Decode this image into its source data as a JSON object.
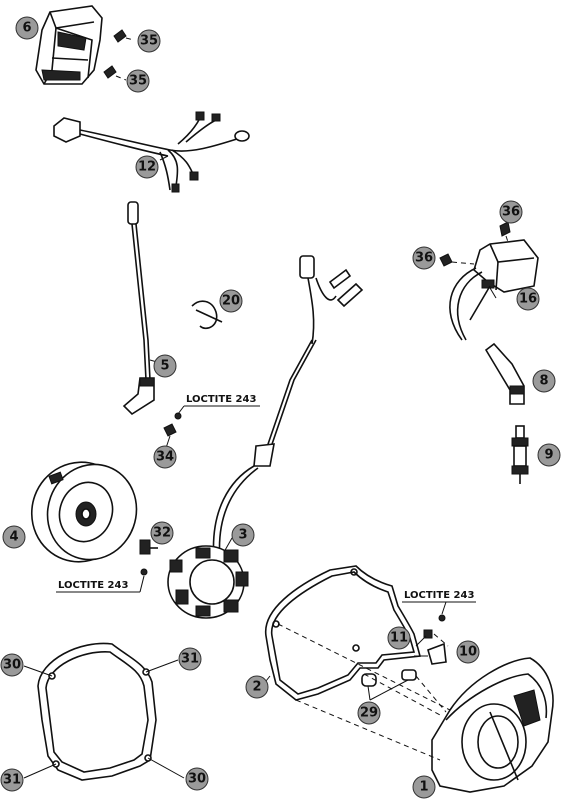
{
  "parts": [
    {
      "id": "p6",
      "label": "6",
      "part": "ignition-coil"
    },
    {
      "id": "p35a",
      "label": "35",
      "part": "screw"
    },
    {
      "id": "p35b",
      "label": "35",
      "part": "screw"
    },
    {
      "id": "p12",
      "label": "12",
      "part": "wiring-harness"
    },
    {
      "id": "p36a",
      "label": "36",
      "part": "screw"
    },
    {
      "id": "p36b",
      "label": "36",
      "part": "screw"
    },
    {
      "id": "p16",
      "label": "16",
      "part": "cdi-unit"
    },
    {
      "id": "p20",
      "label": "20",
      "part": "cable-tie"
    },
    {
      "id": "p5",
      "label": "5",
      "part": "ignition-cable"
    },
    {
      "id": "p8",
      "label": "8",
      "part": "spark-plug-connector"
    },
    {
      "id": "p9",
      "label": "9",
      "part": "spark-plug"
    },
    {
      "id": "p34",
      "label": "34",
      "part": "screw"
    },
    {
      "id": "p4",
      "label": "4",
      "part": "flywheel-rotor"
    },
    {
      "id": "p32",
      "label": "32",
      "part": "screw"
    },
    {
      "id": "p3",
      "label": "3",
      "part": "stator"
    },
    {
      "id": "p11",
      "label": "11",
      "part": "screw"
    },
    {
      "id": "p10",
      "label": "10",
      "part": "clip"
    },
    {
      "id": "p2",
      "label": "2",
      "part": "gasket"
    },
    {
      "id": "p29",
      "label": "29",
      "part": "dowel-sleeve"
    },
    {
      "id": "p30a",
      "label": "30",
      "part": "seal-point"
    },
    {
      "id": "p31a",
      "label": "31",
      "part": "seal-point"
    },
    {
      "id": "p31b",
      "label": "31",
      "part": "seal-point"
    },
    {
      "id": "p30b",
      "label": "30",
      "part": "seal-point"
    },
    {
      "id": "p1",
      "label": "1",
      "part": "ignition-cover"
    }
  ],
  "notes": [
    {
      "id": "n1",
      "text": "LOCTITE 243"
    },
    {
      "id": "n2",
      "text": "LOCTITE 243"
    },
    {
      "id": "n3",
      "text": "LOCTITE 243"
    }
  ]
}
